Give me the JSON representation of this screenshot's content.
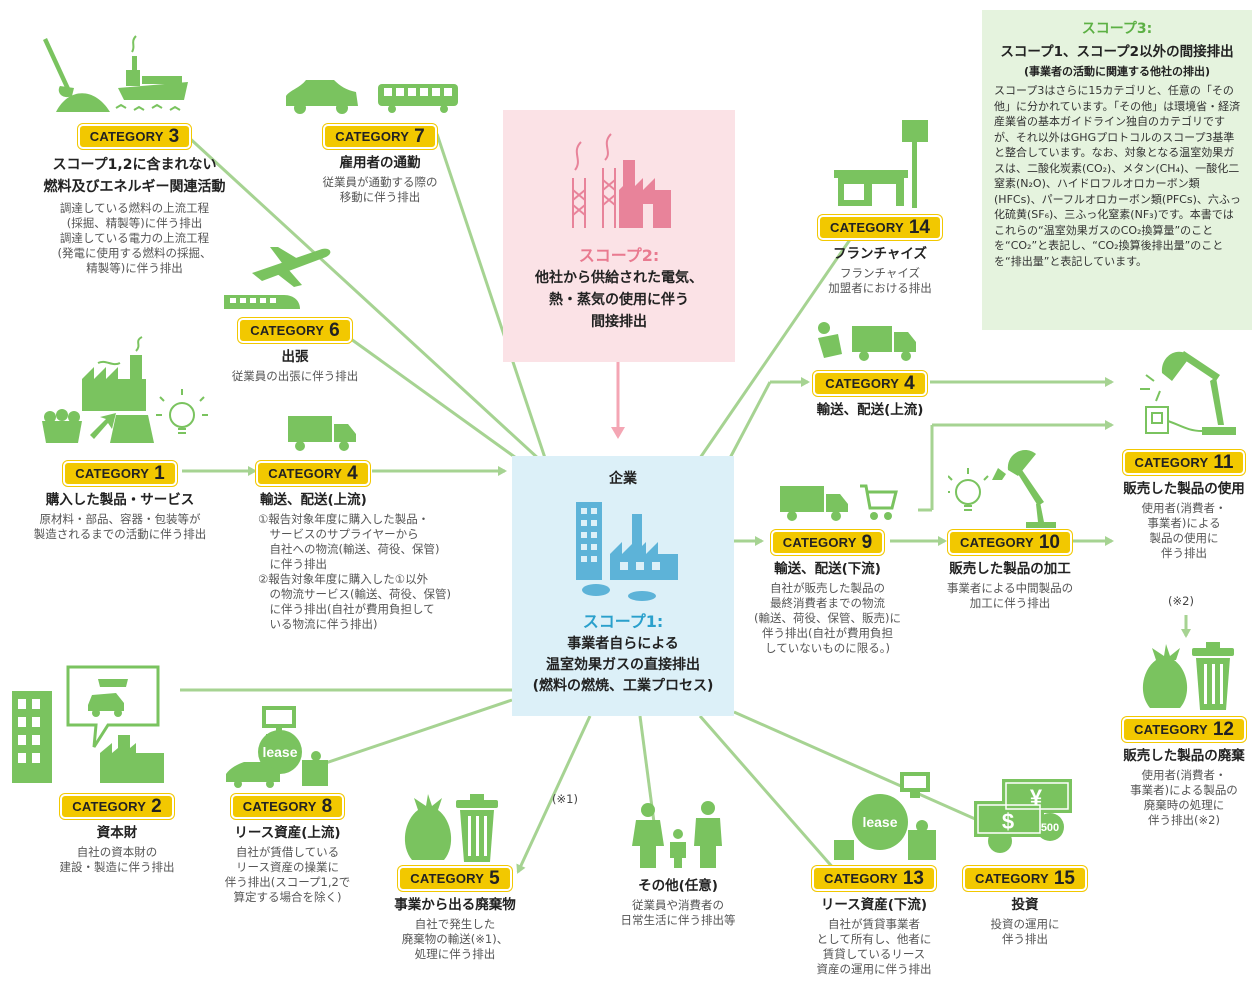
{
  "badge_word": "CATEGORY",
  "colors": {
    "accent_green": "#7ac35f",
    "line_green": "#a6d392",
    "badge_yellow": "#f2c800",
    "scope2_bg": "#fbe2e6",
    "scope2_text": "#e97a90",
    "center_bg": "#dcf0f8",
    "scope1_text": "#2aa0cc",
    "scope3_bg": "#e5f3de"
  },
  "scope2": {
    "heading": "スコープ2:",
    "body": "他社から供給された電気、\n熱・蒸気の使用に伴う\n間接排出"
  },
  "center": {
    "title": "企業",
    "heading": "スコープ1:",
    "body": "事業者自らによる\n温室効果ガスの直接排出\n(燃料の燃焼、工業プロセス)"
  },
  "scope3": {
    "heading": "スコープ3:",
    "title": "スコープ1、スコープ2以外の間接排出",
    "subtitle": "(事業者の活動に関連する他社の排出)",
    "body": "スコープ3はさらに15カテゴリと、任意の「その他」に分かれています。「その他」は環境省・経済産業省の基本ガイドライン独自のカテゴリですが、それ以外はGHGプロトコルのスコープ3基準と整合しています。なお、対象となる温室効果ガスは、二酸化炭素(CO₂)、メタン(CH₄)、一酸化二窒素(N₂O)、ハイドロフルオロカーボン類(HFCs)、パーフルオロカーボン類(PFCs)、六ふっ化硫黄(SF₆)、三ふっ化窒素(NF₃)です。本書ではこれらの“温室効果ガスのCO₂換算量”のことを“CO₂”と表記し、“CO₂換算後排出量”のことを“排出量”と表記しています。"
  },
  "categories": {
    "c1": {
      "num": "1",
      "title": "購入した製品・サービス",
      "desc": "原材料・部品、容器・包装等が\n製造されるまでの活動に伴う排出"
    },
    "c2": {
      "num": "2",
      "title": "資本財",
      "desc": "自社の資本財の\n建設・製造に伴う排出"
    },
    "c3": {
      "num": "3",
      "title": "スコープ1,2に含まれない\n燃料及びエネルギー関連活動",
      "desc": "調達している燃料の上流工程\n(採掘、精製等)に伴う排出\n調達している電力の上流工程\n(発電に使用する燃料の採掘、\n精製等)に伴う排出"
    },
    "c4a": {
      "num": "4",
      "title": "輸送、配送(上流)",
      "desc": "①報告対象年度に購入した製品・\n　サービスのサプライヤーから\n　自社への物流(輸送、荷役、保管)\n　に伴う排出\n②報告対象年度に購入した①以外\n　の物流サービス(輸送、荷役、保管)\n　に伴う排出(自社が費用負担して\n　いる物流に伴う排出)"
    },
    "c4b": {
      "num": "4",
      "title": "輸送、配送(上流)"
    },
    "c5": {
      "num": "5",
      "title": "事業から出る廃棄物",
      "desc": "自社で発生した\n廃棄物の輸送(※1)、\n処理に伴う排出"
    },
    "c6": {
      "num": "6",
      "title": "出張",
      "desc": "従業員の出張に伴う排出"
    },
    "c7": {
      "num": "7",
      "title": "雇用者の通勤",
      "desc": "従業員が通勤する際の\n移動に伴う排出"
    },
    "c8": {
      "num": "8",
      "title": "リース資産(上流)",
      "desc": "自社が賃借している\nリース資産の操業に\n伴う排出(スコープ1,2で\n算定する場合を除く)"
    },
    "c9": {
      "num": "9",
      "title": "輸送、配送(下流)",
      "desc": "自社が販売した製品の\n最終消費者までの物流\n(輸送、荷役、保管、販売)に\n伴う排出(自社が費用負担\nしていないものに限る。)"
    },
    "c10": {
      "num": "10",
      "title": "販売した製品の加工",
      "desc": "事業者による中間製品の\n加工に伴う排出"
    },
    "c11": {
      "num": "11",
      "title": "販売した製品の使用",
      "desc": "使用者(消費者・\n事業者)による\n製品の使用に\n伴う排出"
    },
    "c12": {
      "num": "12",
      "title": "販売した製品の廃棄",
      "desc": "使用者(消費者・\n事業者)による製品の\n廃棄時の処理に\n伴う排出(※2)"
    },
    "c13": {
      "num": "13",
      "title": "リース資産(下流)",
      "desc": "自社が賃貸事業者\nとして所有し、他者に\n賃貸しているリース\n資産の運用に伴う排出"
    },
    "c14": {
      "num": "14",
      "title": "フランチャイズ",
      "desc": "フランチャイズ\n加盟者における排出"
    },
    "c15": {
      "num": "15",
      "title": "投資",
      "desc": "投資の運用に\n伴う排出"
    }
  },
  "other": {
    "title": "その他(任意)",
    "desc": "従業員や消費者の\n日常生活に伴う排出等"
  },
  "notes": {
    "n1": "(※1)",
    "n2": "(※2)"
  },
  "icon_text": {
    "lease": "lease",
    "yen": "¥",
    "dollar": "$",
    "coin": "500"
  }
}
